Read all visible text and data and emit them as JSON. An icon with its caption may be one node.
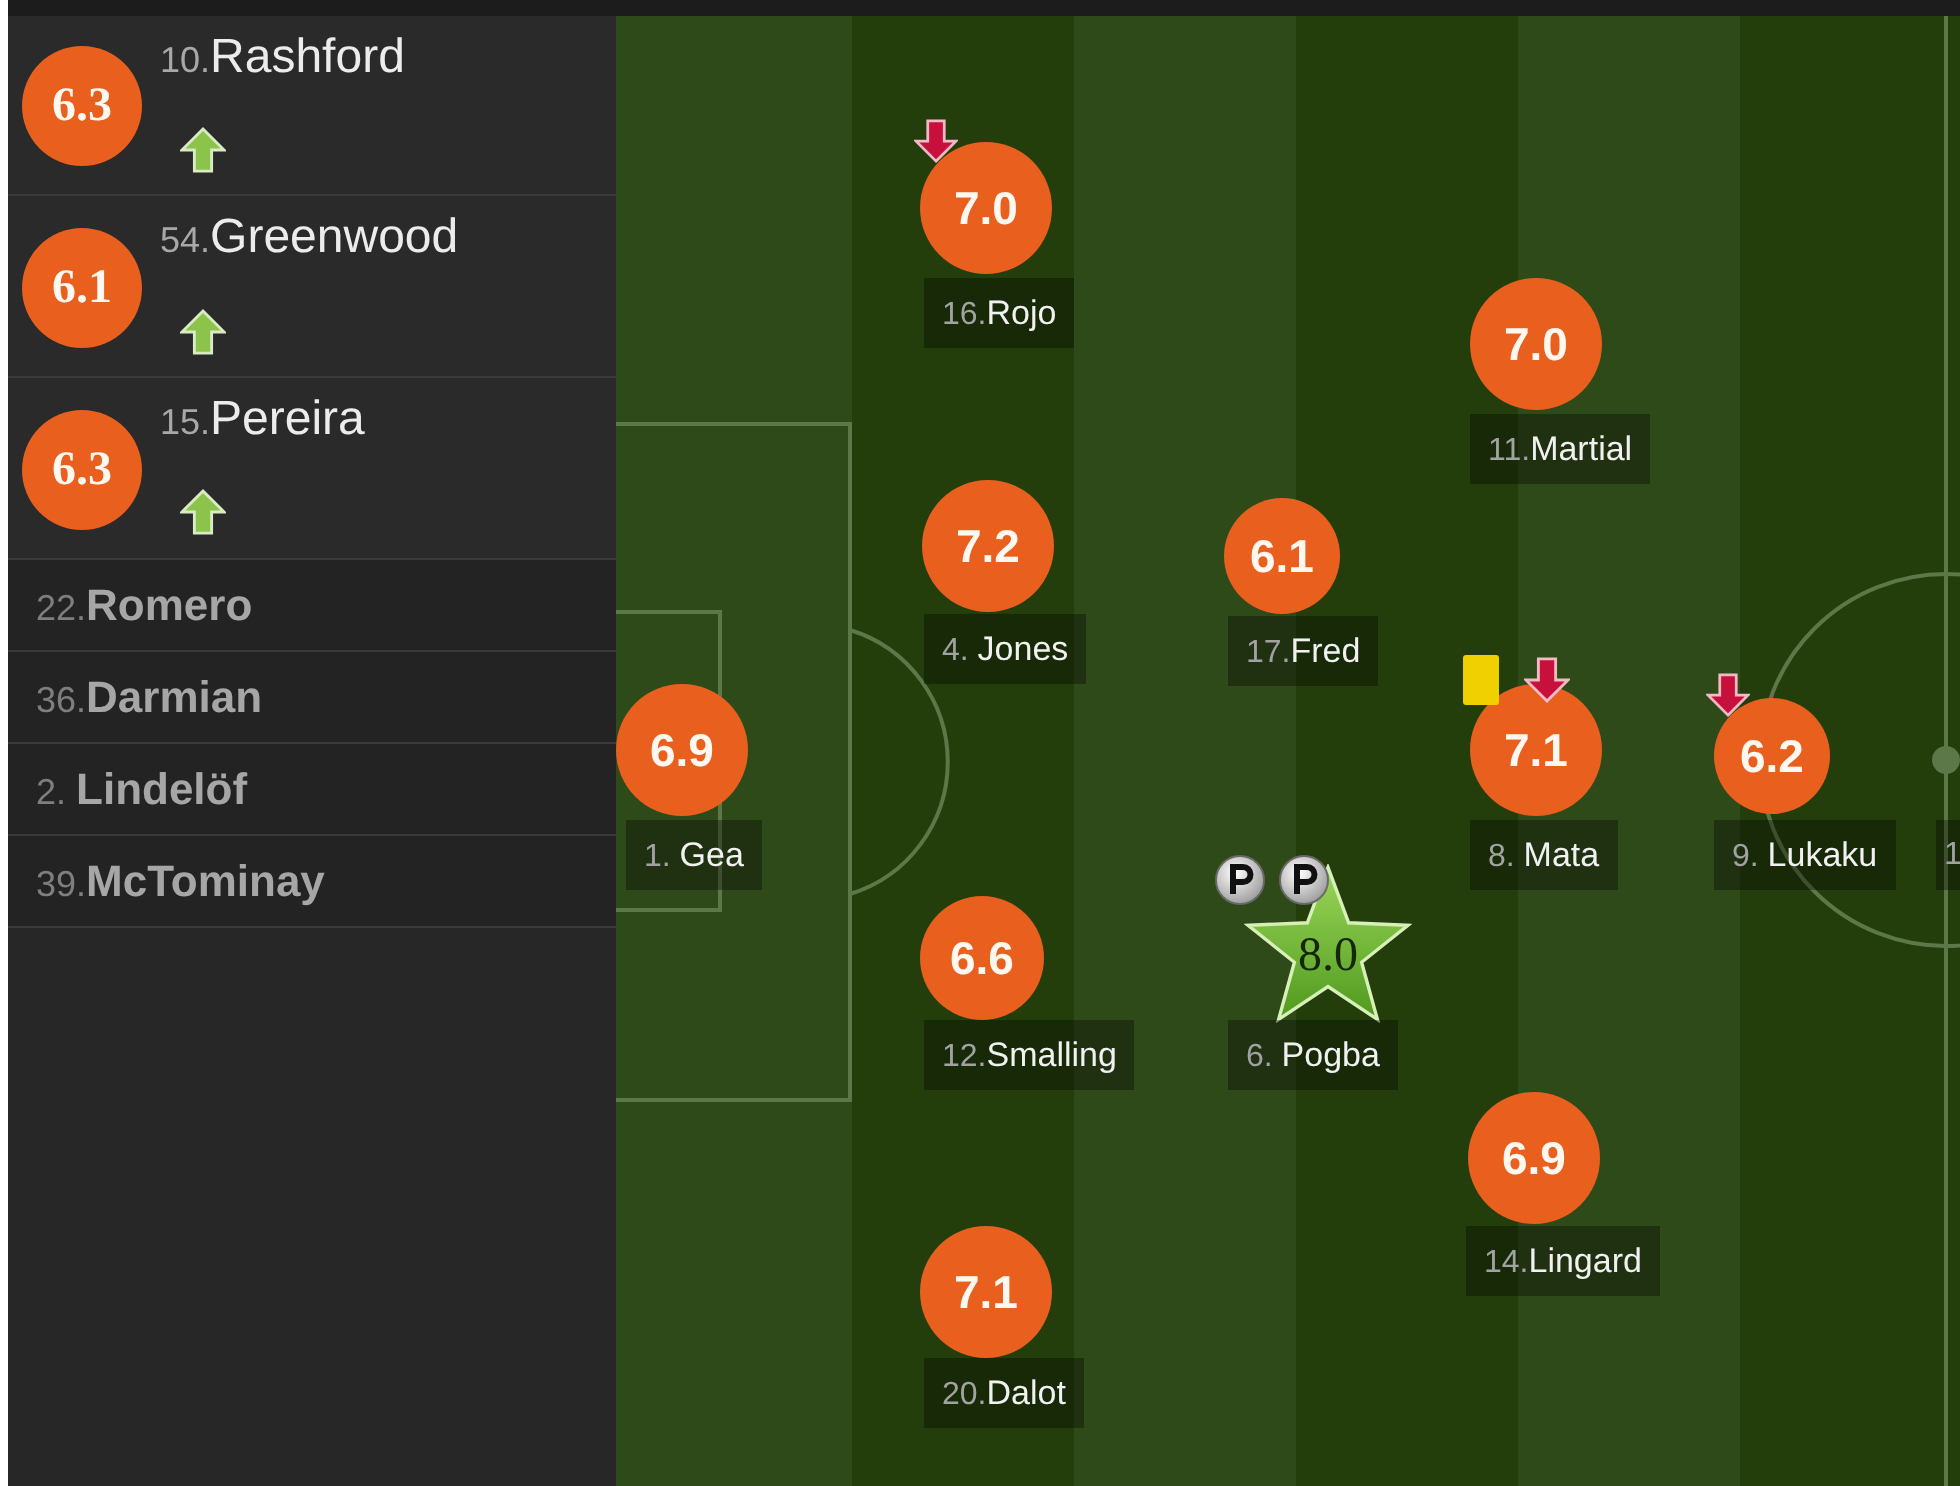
{
  "diagram": {
    "nodes": [
      {
        "text": [
          "10.Rashford"
        ]
      },
      {
        "text": [
          "6.3"
        ],
        "in": 0
      },
      {
        "text": [
          "54.Greenwood"
        ]
      },
      {
        "text": [
          "6.1"
        ],
        "in": 2
      },
      {
        "text": [
          "15.Pereira"
        ]
      },
      {
        "text": [
          "6.3"
        ],
        "in": 4
      },
      {
        "text": [
          "22.Romero"
        ]
      },
      {
        "text": [
          "36.Darmian"
        ]
      },
      {
        "text": [
          "2. Lindelöf"
        ]
      },
      {
        "text": [
          "39.McTominay"
        ]
      },
      {
        "text": [
          "7.0"
        ],
        "beside": [
          "16.Rojo"
        ]
      },
      {
        "text": [
          "7.0"
        ],
        "beside": [
          "11.Martial"
        ]
      },
      {
        "text": [
          "7.2"
        ],
        "beside": [
          "4. Jones"
        ]
      },
      {
        "text": [
          "6.1"
        ],
        "beside": [
          "17.Fred"
        ]
      },
      {
        "text": [
          "6.9"
        ],
        "beside": [
          "1. Gea"
        ]
      },
      {
        "text": [
          "7.1"
        ],
        "beside": [
          "8. Mata"
        ]
      },
      {
        "text": [
          "6.2"
        ],
        "beside": [
          "9. Lukaku"
        ]
      },
      {
        "text": [
          "6.6"
        ],
        "beside": [
          "12.Smalling"
        ]
      },
      {
        "text": [
          "8.0"
        ],
        "beside": [
          "6. Pogba"
        ]
      },
      {
        "text": [
          "6.9"
        ],
        "beside": [
          "14.Lingard"
        ]
      },
      {
        "text": [
          "7.1"
        ],
        "beside": [
          "20.Dalot"
        ]
      }
    ],
    "labels": [
      "1"
    ]
  }
}
